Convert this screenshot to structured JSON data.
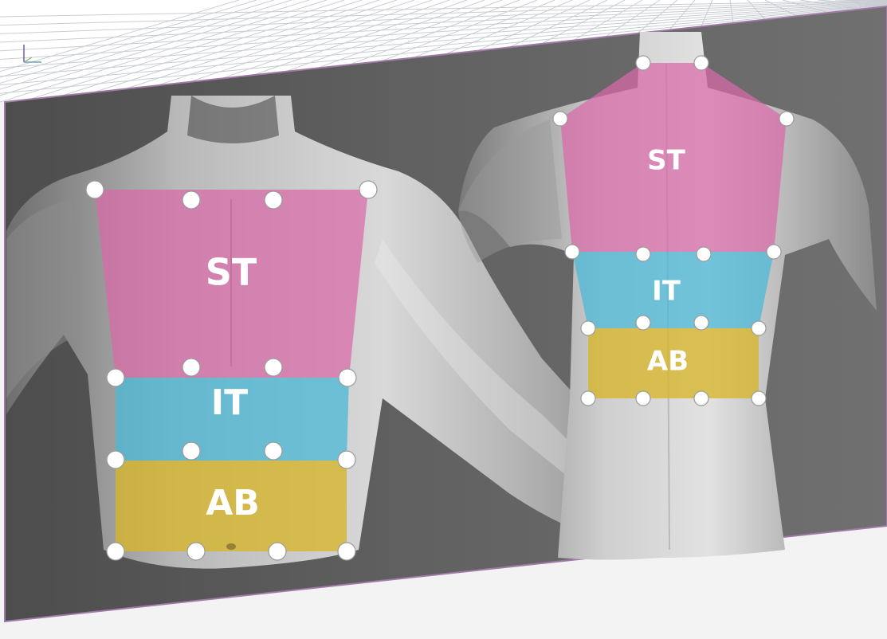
{
  "viewport": {
    "grid_floor_color": "#ffffff",
    "grid_line_color": "#c9cdd3",
    "panel_color": "#5a5a5a",
    "panel_border_color": "#a07aa6",
    "axis_gizmo": [
      "x-axis",
      "y-axis",
      "z-axis"
    ]
  },
  "zones": {
    "st": {
      "label": "ST",
      "color": "#d96aa8"
    },
    "it": {
      "label": "IT",
      "color": "#4bb8d6"
    },
    "ab": {
      "label": "AB",
      "color": "#d7b62a"
    }
  },
  "figures": {
    "front": {
      "view": "front",
      "zones": [
        "ST",
        "IT",
        "AB"
      ],
      "marker_count": 16
    },
    "back": {
      "view": "back",
      "zones": [
        "ST",
        "IT",
        "AB"
      ],
      "marker_count": 16
    }
  }
}
